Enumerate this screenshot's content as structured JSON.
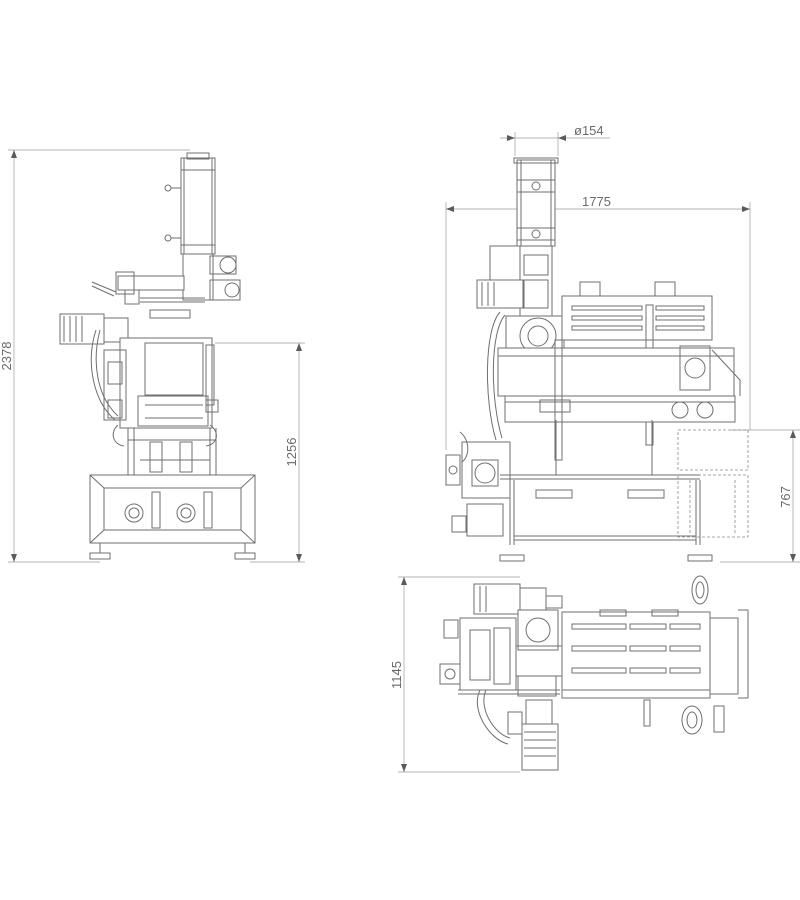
{
  "dimensions": {
    "total_height": "2378",
    "hopper_height": "1256",
    "diameter": "ø154",
    "total_length": "1775",
    "outfeed_height": "767",
    "total_width": "1145"
  },
  "views": {
    "side": "side-view",
    "front": "front-view",
    "top": "top-view"
  },
  "colors": {
    "line": "#6f6f6f",
    "dimension": "#9a9a9a",
    "text": "#6a6a6a",
    "background": "#ffffff"
  }
}
